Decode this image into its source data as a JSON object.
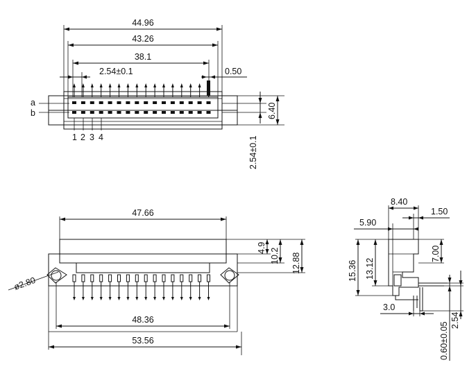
{
  "top_view": {
    "dims": {
      "overall_width": "44.96",
      "body_width": "43.26",
      "pin_span": "38.1",
      "pitch": "2.54±0.1",
      "pin_width": "0.50",
      "height": "6.40",
      "row_pitch": "2.54±0.1"
    },
    "row_labels": [
      "a",
      "b"
    ],
    "pin_numbers": [
      "1",
      "2",
      "3",
      "4"
    ],
    "pins_per_row": 16
  },
  "front_view": {
    "dims": {
      "body_width": "47.66",
      "h1": "4.9",
      "h2": "10.2",
      "h3": "12.88",
      "hole": "ø2.80",
      "hole_spacing": "48.36",
      "overall_width": "53.56"
    },
    "pins": 16
  },
  "side_view": {
    "dims": {
      "top_width": "8.40",
      "right_width": "1.50",
      "left_width": "5.90",
      "height_total": "15.36",
      "height_mid": "13.12",
      "height_upper": "7.00",
      "bottom_width": "3.0",
      "pin_thickness": "0.60±0.05",
      "pin_pitch": "2.54"
    }
  }
}
